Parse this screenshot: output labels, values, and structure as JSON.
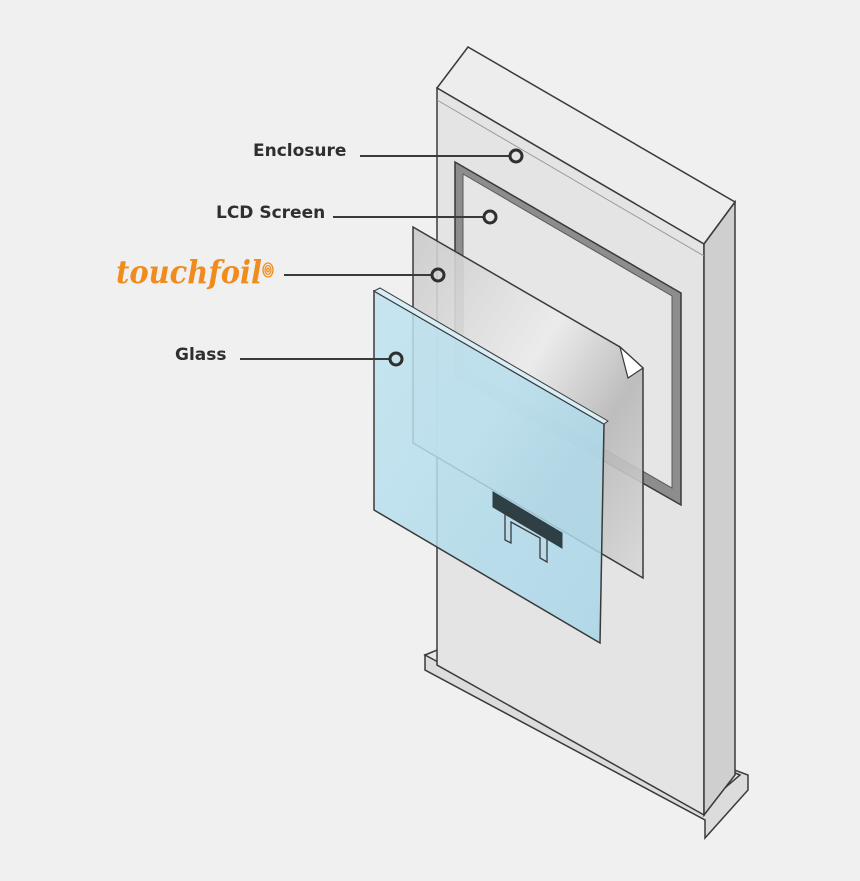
{
  "labels": {
    "enclosure": "Enclosure",
    "lcd_screen": "LCD Screen",
    "touchfoil": "touchfoil",
    "glass": "Glass"
  },
  "colors": {
    "background": "#f0f0f0",
    "enclosure_front": "#e4e4e4",
    "enclosure_side": "#cfcfcf",
    "outline": "#3a3a3a",
    "lcd_bezel": "#8d8d8d",
    "glass": "#bfe3f0",
    "brand": "#f08c1e"
  },
  "icons": [
    "fingerprint-icon",
    "callout-dot-icon"
  ]
}
